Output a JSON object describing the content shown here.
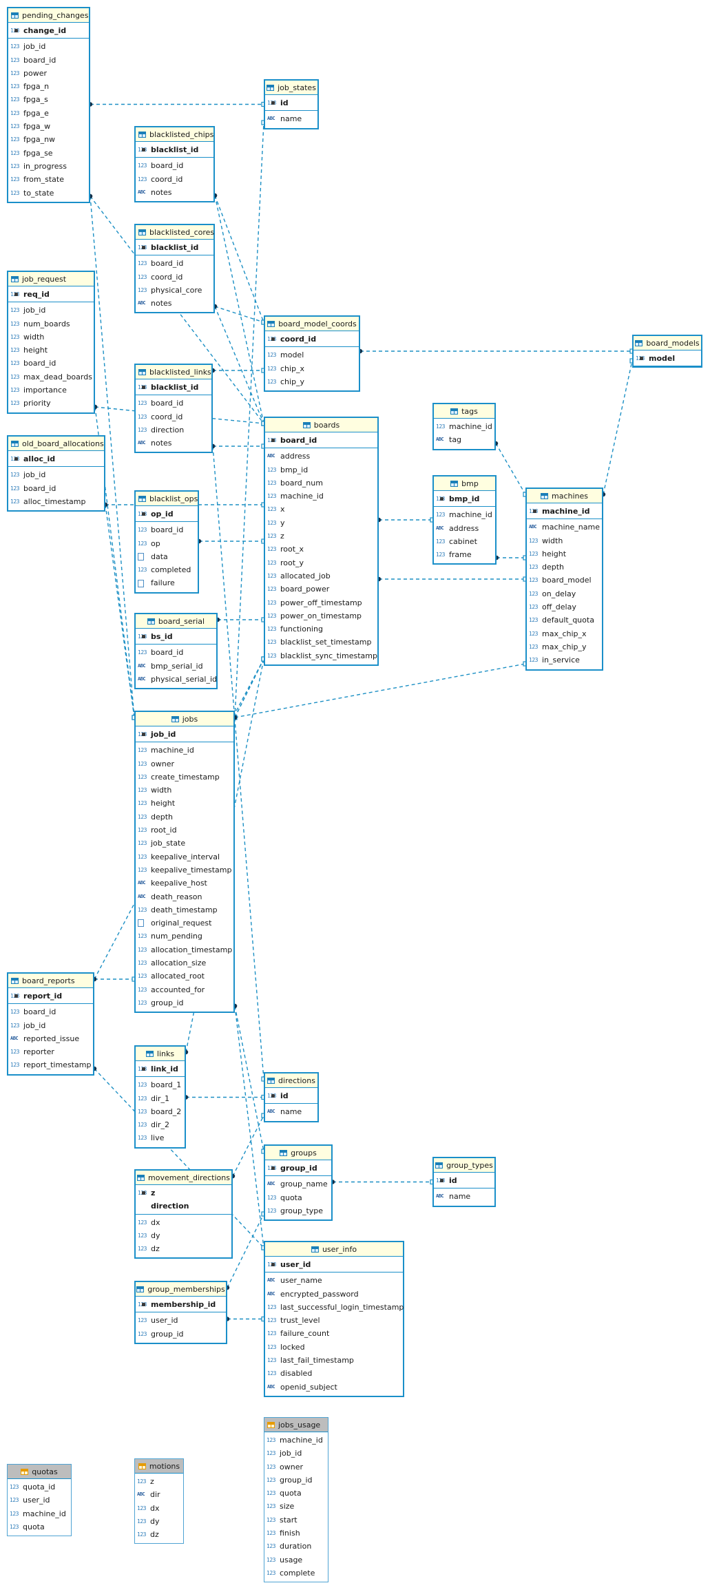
{
  "entities": [
    {
      "name": "pending_changes",
      "kind": "table",
      "columns": [
        {
          "name": "change_id",
          "type": "123",
          "pk": true
        },
        {
          "name": "job_id",
          "type": "123"
        },
        {
          "name": "board_id",
          "type": "123"
        },
        {
          "name": "power",
          "type": "123"
        },
        {
          "name": "fpga_n",
          "type": "123"
        },
        {
          "name": "fpga_s",
          "type": "123"
        },
        {
          "name": "fpga_e",
          "type": "123"
        },
        {
          "name": "fpga_w",
          "type": "123"
        },
        {
          "name": "fpga_nw",
          "type": "123"
        },
        {
          "name": "fpga_se",
          "type": "123"
        },
        {
          "name": "in_progress",
          "type": "123"
        },
        {
          "name": "from_state",
          "type": "123"
        },
        {
          "name": "to_state",
          "type": "123"
        }
      ]
    },
    {
      "name": "job_states",
      "kind": "table",
      "columns": [
        {
          "name": "id",
          "type": "123",
          "pk": true
        },
        {
          "name": "name",
          "type": "ABC"
        }
      ]
    },
    {
      "name": "blacklisted_chips",
      "kind": "table",
      "columns": [
        {
          "name": "blacklist_id",
          "type": "123",
          "pk": true
        },
        {
          "name": "board_id",
          "type": "123"
        },
        {
          "name": "coord_id",
          "type": "123"
        },
        {
          "name": "notes",
          "type": "ABC"
        }
      ]
    },
    {
      "name": "blacklisted_cores",
      "kind": "table",
      "columns": [
        {
          "name": "blacklist_id",
          "type": "123",
          "pk": true
        },
        {
          "name": "board_id",
          "type": "123"
        },
        {
          "name": "coord_id",
          "type": "123"
        },
        {
          "name": "physical_core",
          "type": "123"
        },
        {
          "name": "notes",
          "type": "ABC"
        }
      ]
    },
    {
      "name": "job_request",
      "kind": "table",
      "columns": [
        {
          "name": "req_id",
          "type": "123",
          "pk": true
        },
        {
          "name": "job_id",
          "type": "123"
        },
        {
          "name": "num_boards",
          "type": "123"
        },
        {
          "name": "width",
          "type": "123"
        },
        {
          "name": "height",
          "type": "123"
        },
        {
          "name": "board_id",
          "type": "123"
        },
        {
          "name": "max_dead_boards",
          "type": "123"
        },
        {
          "name": "importance",
          "type": "123"
        },
        {
          "name": "priority",
          "type": "123"
        }
      ]
    },
    {
      "name": "board_model_coords",
      "kind": "table",
      "columns": [
        {
          "name": "coord_id",
          "type": "123",
          "pk": true
        },
        {
          "name": "model",
          "type": "123"
        },
        {
          "name": "chip_x",
          "type": "123"
        },
        {
          "name": "chip_y",
          "type": "123"
        }
      ]
    },
    {
      "name": "board_models",
      "kind": "table",
      "columns": [
        {
          "name": "model",
          "type": "123",
          "pk": true
        }
      ]
    },
    {
      "name": "blacklisted_links",
      "kind": "table",
      "columns": [
        {
          "name": "blacklist_id",
          "type": "123",
          "pk": true
        },
        {
          "name": "board_id",
          "type": "123"
        },
        {
          "name": "coord_id",
          "type": "123"
        },
        {
          "name": "direction",
          "type": "123"
        },
        {
          "name": "notes",
          "type": "ABC"
        }
      ]
    },
    {
      "name": "tags",
      "kind": "table",
      "columns": [
        {
          "name": "machine_id",
          "type": "123"
        },
        {
          "name": "tag",
          "type": "ABC"
        }
      ]
    },
    {
      "name": "boards",
      "kind": "table",
      "columns": [
        {
          "name": "board_id",
          "type": "123",
          "pk": true
        },
        {
          "name": "address",
          "type": "ABC"
        },
        {
          "name": "bmp_id",
          "type": "123"
        },
        {
          "name": "board_num",
          "type": "123"
        },
        {
          "name": "machine_id",
          "type": "123"
        },
        {
          "name": "x",
          "type": "123"
        },
        {
          "name": "y",
          "type": "123"
        },
        {
          "name": "z",
          "type": "123"
        },
        {
          "name": "root_x",
          "type": "123"
        },
        {
          "name": "root_y",
          "type": "123"
        },
        {
          "name": "allocated_job",
          "type": "123"
        },
        {
          "name": "board_power",
          "type": "123"
        },
        {
          "name": "power_off_timestamp",
          "type": "123"
        },
        {
          "name": "power_on_timestamp",
          "type": "123"
        },
        {
          "name": "functioning",
          "type": "123"
        },
        {
          "name": "blacklist_set_timestamp",
          "type": "123"
        },
        {
          "name": "blacklist_sync_timestamp",
          "type": "123"
        }
      ]
    },
    {
      "name": "old_board_allocations",
      "kind": "table",
      "columns": [
        {
          "name": "alloc_id",
          "type": "123",
          "pk": true
        },
        {
          "name": "job_id",
          "type": "123"
        },
        {
          "name": "board_id",
          "type": "123"
        },
        {
          "name": "alloc_timestamp",
          "type": "123"
        }
      ]
    },
    {
      "name": "bmp",
      "kind": "table",
      "columns": [
        {
          "name": "bmp_id",
          "type": "123",
          "pk": true
        },
        {
          "name": "machine_id",
          "type": "123"
        },
        {
          "name": "address",
          "type": "ABC"
        },
        {
          "name": "cabinet",
          "type": "123"
        },
        {
          "name": "frame",
          "type": "123"
        }
      ]
    },
    {
      "name": "machines",
      "kind": "table",
      "columns": [
        {
          "name": "machine_id",
          "type": "123",
          "pk": true
        },
        {
          "name": "machine_name",
          "type": "ABC"
        },
        {
          "name": "width",
          "type": "123"
        },
        {
          "name": "height",
          "type": "123"
        },
        {
          "name": "depth",
          "type": "123"
        },
        {
          "name": "board_model",
          "type": "123"
        },
        {
          "name": "on_delay",
          "type": "123"
        },
        {
          "name": "off_delay",
          "type": "123"
        },
        {
          "name": "default_quota",
          "type": "123"
        },
        {
          "name": "max_chip_x",
          "type": "123"
        },
        {
          "name": "max_chip_y",
          "type": "123"
        },
        {
          "name": "in_service",
          "type": "123"
        }
      ]
    },
    {
      "name": "blacklist_ops",
      "kind": "table",
      "columns": [
        {
          "name": "op_id",
          "type": "123",
          "pk": true
        },
        {
          "name": "board_id",
          "type": "123"
        },
        {
          "name": "op",
          "type": "123"
        },
        {
          "name": "data",
          "type": "DOC"
        },
        {
          "name": "completed",
          "type": "123"
        },
        {
          "name": "failure",
          "type": "DOC"
        }
      ]
    },
    {
      "name": "board_serial",
      "kind": "table",
      "columns": [
        {
          "name": "bs_id",
          "type": "123",
          "pk": true
        },
        {
          "name": "board_id",
          "type": "123"
        },
        {
          "name": "bmp_serial_id",
          "type": "ABC"
        },
        {
          "name": "physical_serial_id",
          "type": "ABC"
        }
      ]
    },
    {
      "name": "jobs",
      "kind": "table",
      "columns": [
        {
          "name": "job_id",
          "type": "123",
          "pk": true
        },
        {
          "name": "machine_id",
          "type": "123"
        },
        {
          "name": "owner",
          "type": "123"
        },
        {
          "name": "create_timestamp",
          "type": "123"
        },
        {
          "name": "width",
          "type": "123"
        },
        {
          "name": "height",
          "type": "123"
        },
        {
          "name": "depth",
          "type": "123"
        },
        {
          "name": "root_id",
          "type": "123"
        },
        {
          "name": "job_state",
          "type": "123"
        },
        {
          "name": "keepalive_interval",
          "type": "123"
        },
        {
          "name": "keepalive_timestamp",
          "type": "123"
        },
        {
          "name": "keepalive_host",
          "type": "ABC"
        },
        {
          "name": "death_reason",
          "type": "ABC"
        },
        {
          "name": "death_timestamp",
          "type": "123"
        },
        {
          "name": "original_request",
          "type": "DOC"
        },
        {
          "name": "num_pending",
          "type": "123"
        },
        {
          "name": "allocation_timestamp",
          "type": "123"
        },
        {
          "name": "allocation_size",
          "type": "123"
        },
        {
          "name": "allocated_root",
          "type": "123"
        },
        {
          "name": "accounted_for",
          "type": "123"
        },
        {
          "name": "group_id",
          "type": "123"
        }
      ]
    },
    {
      "name": "board_reports",
      "kind": "table",
      "columns": [
        {
          "name": "report_id",
          "type": "123",
          "pk": true
        },
        {
          "name": "board_id",
          "type": "123"
        },
        {
          "name": "job_id",
          "type": "123"
        },
        {
          "name": "reported_issue",
          "type": "ABC"
        },
        {
          "name": "reporter",
          "type": "123"
        },
        {
          "name": "report_timestamp",
          "type": "123"
        }
      ]
    },
    {
      "name": "links",
      "kind": "table",
      "columns": [
        {
          "name": "link_id",
          "type": "123",
          "pk": true
        },
        {
          "name": "board_1",
          "type": "123"
        },
        {
          "name": "dir_1",
          "type": "123"
        },
        {
          "name": "board_2",
          "type": "123"
        },
        {
          "name": "dir_2",
          "type": "123"
        },
        {
          "name": "live",
          "type": "123"
        }
      ]
    },
    {
      "name": "directions",
      "kind": "table",
      "columns": [
        {
          "name": "id",
          "type": "123",
          "pk": true
        },
        {
          "name": "name",
          "type": "ABC"
        }
      ]
    },
    {
      "name": "groups",
      "kind": "table",
      "columns": [
        {
          "name": "group_id",
          "type": "123",
          "pk": true
        },
        {
          "name": "group_name",
          "type": "ABC"
        },
        {
          "name": "quota",
          "type": "123"
        },
        {
          "name": "group_type",
          "type": "123"
        }
      ]
    },
    {
      "name": "group_types",
      "kind": "table",
      "columns": [
        {
          "name": "id",
          "type": "123",
          "pk": true
        },
        {
          "name": "name",
          "type": "ABC"
        }
      ]
    },
    {
      "name": "movement_directions",
      "kind": "table",
      "columns": [
        {
          "name": "z",
          "type": "123",
          "pk": true,
          "style": "bold-plain"
        },
        {
          "name": "direction",
          "type": "",
          "pk": true,
          "style": "bold-plain"
        },
        {
          "name": "dx",
          "type": "123"
        },
        {
          "name": "dy",
          "type": "123"
        },
        {
          "name": "dz",
          "type": "123"
        }
      ]
    },
    {
      "name": "user_info",
      "kind": "table",
      "columns": [
        {
          "name": "user_id",
          "type": "123",
          "pk": true
        },
        {
          "name": "user_name",
          "type": "ABC"
        },
        {
          "name": "encrypted_password",
          "type": "ABC"
        },
        {
          "name": "last_successful_login_timestamp",
          "type": "123"
        },
        {
          "name": "trust_level",
          "type": "123"
        },
        {
          "name": "failure_count",
          "type": "123"
        },
        {
          "name": "locked",
          "type": "123"
        },
        {
          "name": "last_fail_timestamp",
          "type": "123"
        },
        {
          "name": "disabled",
          "type": "123"
        },
        {
          "name": "openid_subject",
          "type": "ABC"
        }
      ]
    },
    {
      "name": "group_memberships",
      "kind": "table",
      "columns": [
        {
          "name": "membership_id",
          "type": "123",
          "pk": true
        },
        {
          "name": "user_id",
          "type": "123"
        },
        {
          "name": "group_id",
          "type": "123"
        }
      ]
    },
    {
      "name": "jobs_usage",
      "kind": "view",
      "columns": [
        {
          "name": "machine_id",
          "type": "123"
        },
        {
          "name": "job_id",
          "type": "123"
        },
        {
          "name": "owner",
          "type": "123"
        },
        {
          "name": "group_id",
          "type": "123"
        },
        {
          "name": "quota",
          "type": "123"
        },
        {
          "name": "size",
          "type": "123"
        },
        {
          "name": "start",
          "type": "123"
        },
        {
          "name": "finish",
          "type": "123"
        },
        {
          "name": "duration",
          "type": "123"
        },
        {
          "name": "usage",
          "type": "123"
        },
        {
          "name": "complete",
          "type": "123"
        }
      ]
    },
    {
      "name": "quotas",
      "kind": "view",
      "columns": [
        {
          "name": "quota_id",
          "type": "123"
        },
        {
          "name": "user_id",
          "type": "123"
        },
        {
          "name": "machine_id",
          "type": "123"
        },
        {
          "name": "quota",
          "type": "123"
        }
      ]
    },
    {
      "name": "motions",
      "kind": "view",
      "columns": [
        {
          "name": "z",
          "type": "123"
        },
        {
          "name": "dir",
          "type": "ABC"
        },
        {
          "name": "dx",
          "type": "123"
        },
        {
          "name": "dy",
          "type": "123"
        },
        {
          "name": "dz",
          "type": "123"
        }
      ]
    }
  ],
  "relationships": [
    {
      "from": "pending_changes",
      "to": "job_states"
    },
    {
      "from": "pending_changes",
      "to": "boards"
    },
    {
      "from": "pending_changes",
      "to": "jobs"
    },
    {
      "from": "blacklisted_chips",
      "to": "boards"
    },
    {
      "from": "blacklisted_chips",
      "to": "board_model_coords"
    },
    {
      "from": "blacklisted_cores",
      "to": "boards"
    },
    {
      "from": "blacklisted_cores",
      "to": "board_model_coords"
    },
    {
      "from": "job_request",
      "to": "jobs"
    },
    {
      "from": "job_request",
      "to": "boards"
    },
    {
      "from": "board_model_coords",
      "to": "board_models"
    },
    {
      "from": "blacklisted_links",
      "to": "boards"
    },
    {
      "from": "blacklisted_links",
      "to": "board_model_coords"
    },
    {
      "from": "blacklisted_links",
      "to": "directions"
    },
    {
      "from": "tags",
      "to": "machines"
    },
    {
      "from": "boards",
      "to": "bmp"
    },
    {
      "from": "boards",
      "to": "machines"
    },
    {
      "from": "boards",
      "to": "jobs"
    },
    {
      "from": "old_board_allocations",
      "to": "boards"
    },
    {
      "from": "old_board_allocations",
      "to": "jobs"
    },
    {
      "from": "bmp",
      "to": "machines"
    },
    {
      "from": "machines",
      "to": "board_models"
    },
    {
      "from": "blacklist_ops",
      "to": "boards"
    },
    {
      "from": "board_serial",
      "to": "boards"
    },
    {
      "from": "jobs",
      "to": "machines"
    },
    {
      "from": "jobs",
      "to": "job_states"
    },
    {
      "from": "jobs",
      "to": "boards"
    },
    {
      "from": "jobs",
      "to": "user_info"
    },
    {
      "from": "jobs",
      "to": "groups"
    },
    {
      "from": "board_reports",
      "to": "boards"
    },
    {
      "from": "board_reports",
      "to": "jobs"
    },
    {
      "from": "board_reports",
      "to": "user_info"
    },
    {
      "from": "links",
      "to": "boards"
    },
    {
      "from": "links",
      "to": "directions"
    },
    {
      "from": "movement_directions",
      "to": "directions"
    },
    {
      "from": "groups",
      "to": "group_types"
    },
    {
      "from": "group_memberships",
      "to": "user_info"
    },
    {
      "from": "group_memberships",
      "to": "groups"
    }
  ]
}
